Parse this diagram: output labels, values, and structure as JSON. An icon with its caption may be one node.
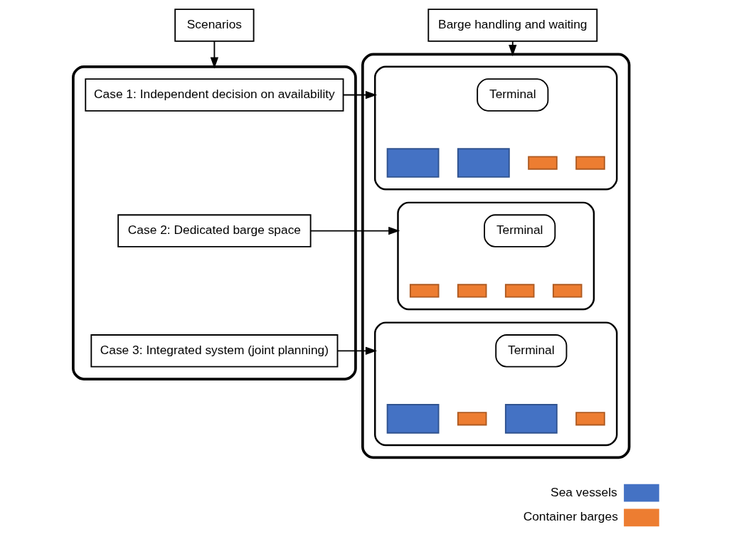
{
  "diagram": {
    "nodes": [
      {
        "text": [
          "Scenarios"
        ]
      },
      {
        "text": [],
        "shape": "box"
      },
      {
        "text": [
          "Case 1: Independent decision on availability"
        ],
        "in": 1
      },
      {
        "text": [
          "Case 2: Dedicated barge space"
        ],
        "in": 1
      },
      {
        "text": [
          "Case 3: Integrated system (joint planning)"
        ],
        "in": 1
      },
      {
        "text": [
          "Barge handling and waiting"
        ]
      },
      {
        "text": [],
        "shape": "box"
      },
      {
        "text": [],
        "shape": "box",
        "in": 6
      },
      {
        "text": [
          "Terminal"
        ],
        "in": 7
      },
      {
        "text": [],
        "shape": "box",
        "in": 7
      },
      {
        "text": [],
        "shape": "box",
        "in": 7
      },
      {
        "text": [],
        "shape": "bar",
        "in": 7
      },
      {
        "text": [],
        "shape": "bar",
        "in": 7
      },
      {
        "text": [],
        "shape": "box",
        "in": 6
      },
      {
        "text": [
          "Terminal"
        ],
        "in": 13
      },
      {
        "text": [],
        "shape": "bar",
        "in": 13
      },
      {
        "text": [],
        "shape": "bar",
        "in": 13
      },
      {
        "text": [],
        "shape": "bar",
        "in": 13
      },
      {
        "text": [],
        "shape": "bar",
        "in": 13
      },
      {
        "text": [],
        "shape": "box",
        "in": 6
      },
      {
        "text": [
          "Terminal"
        ],
        "in": 19
      },
      {
        "text": [],
        "shape": "box",
        "in": 19
      },
      {
        "text": [],
        "shape": "bar",
        "in": 19
      },
      {
        "text": [],
        "shape": "box",
        "in": 19
      },
      {
        "text": [],
        "shape": "bar",
        "in": 19
      }
    ],
    "edges": [
      {
        "from": 0,
        "to": 1,
        "arrow": "to"
      },
      {
        "from": 5,
        "to": 6,
        "arrow": "to"
      },
      {
        "from": 2,
        "to": 7,
        "arrow": "to"
      },
      {
        "from": 3,
        "to": 13,
        "arrow": "to"
      },
      {
        "from": 4,
        "to": 19,
        "arrow": "to"
      }
    ],
    "legend": [
      {
        "text": "Sea vessels",
        "color": "#4472c4"
      },
      {
        "text": "Container barges",
        "color": "#ed7d31"
      }
    ]
  }
}
